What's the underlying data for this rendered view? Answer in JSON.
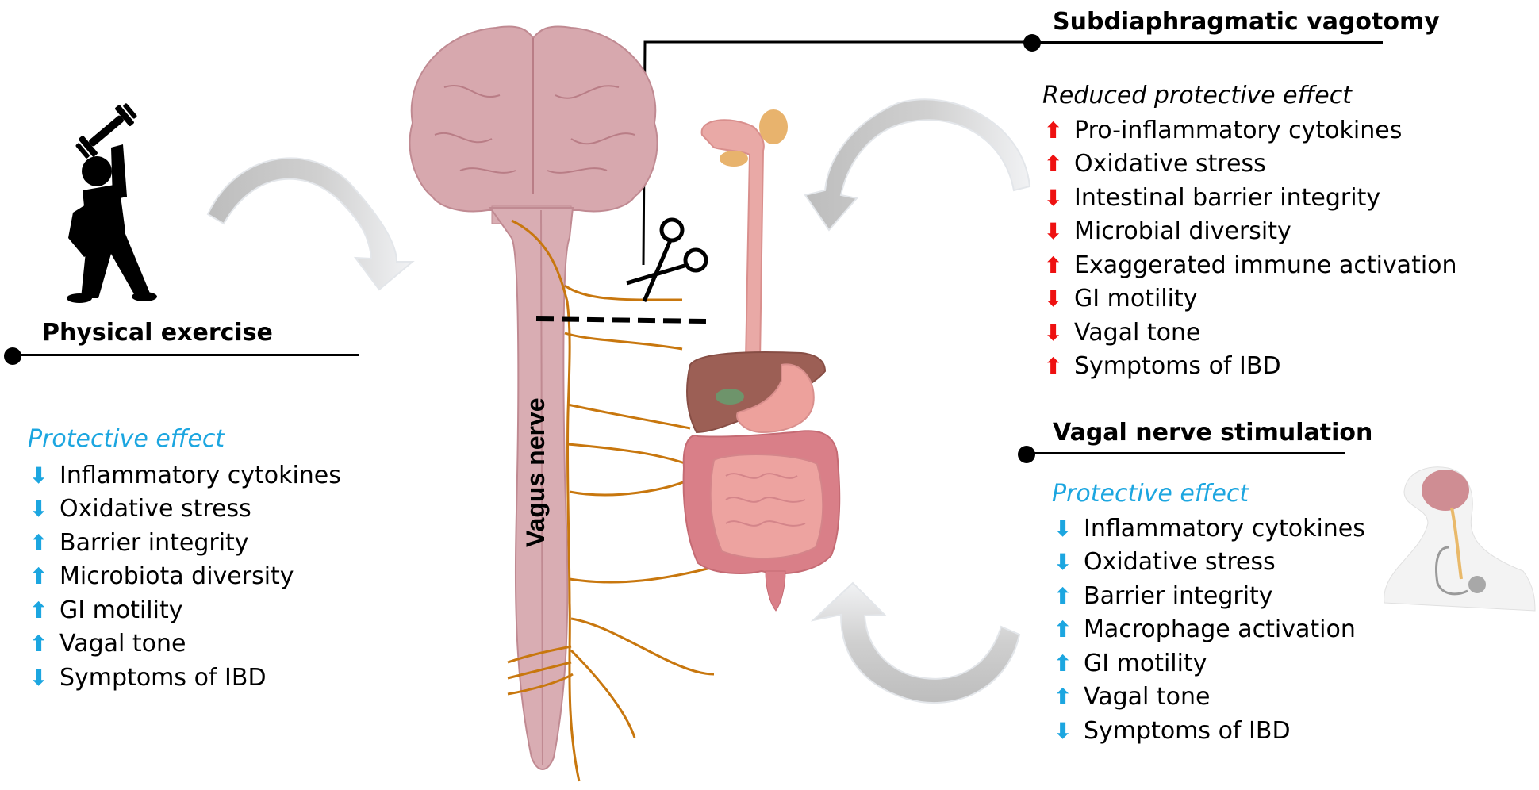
{
  "figure": {
    "center_label": "Vagus nerve",
    "colors": {
      "protective_blue": "#1ca6e0",
      "harmful_red": "#ee1111",
      "nerve_orange": "#c8770e",
      "tissue_pink": "#d4a5ab",
      "cycle_arrow_gray": "#c4c4c4"
    }
  },
  "panels": {
    "physical_exercise": {
      "title": "Physical exercise",
      "icon": "person-lifting-dumbbell-icon",
      "effect_label": "Protective effect",
      "items": [
        {
          "direction": "down",
          "text": "Inflammatory cytokines"
        },
        {
          "direction": "down",
          "text": "Oxidative stress"
        },
        {
          "direction": "up",
          "text": "Barrier integrity"
        },
        {
          "direction": "up",
          "text": "Microbiota diversity"
        },
        {
          "direction": "up",
          "text": "GI motility"
        },
        {
          "direction": "up",
          "text": "Vagal tone"
        },
        {
          "direction": "down",
          "text": "Symptoms of IBD"
        }
      ]
    },
    "subdiaphragmatic_vagotomy": {
      "title": "Subdiaphragmatic vagotomy",
      "icon": "scissors-icon",
      "effect_label": "Reduced protective effect",
      "items": [
        {
          "direction": "up",
          "text": "Pro-inflammatory cytokines"
        },
        {
          "direction": "up",
          "text": "Oxidative stress"
        },
        {
          "direction": "down",
          "text": "Intestinal barrier integrity"
        },
        {
          "direction": "down",
          "text": "Microbial diversity"
        },
        {
          "direction": "up",
          "text": "Exaggerated immune activation"
        },
        {
          "direction": "down",
          "text": "GI motility"
        },
        {
          "direction": "down",
          "text": "Vagal tone"
        },
        {
          "direction": "up",
          "text": "Symptoms of IBD"
        }
      ]
    },
    "vagal_nerve_stimulation": {
      "title": "Vagal nerve stimulation",
      "icon": "vagus-stimulator-implant-icon",
      "effect_label": "Protective effect",
      "items": [
        {
          "direction": "down",
          "text": "Inflammatory cytokines"
        },
        {
          "direction": "down",
          "text": "Oxidative stress"
        },
        {
          "direction": "up",
          "text": "Barrier integrity"
        },
        {
          "direction": "up",
          "text": "Macrophage activation"
        },
        {
          "direction": "up",
          "text": "GI motility"
        },
        {
          "direction": "up",
          "text": "Vagal tone"
        },
        {
          "direction": "down",
          "text": "Symptoms of IBD"
        }
      ]
    }
  }
}
